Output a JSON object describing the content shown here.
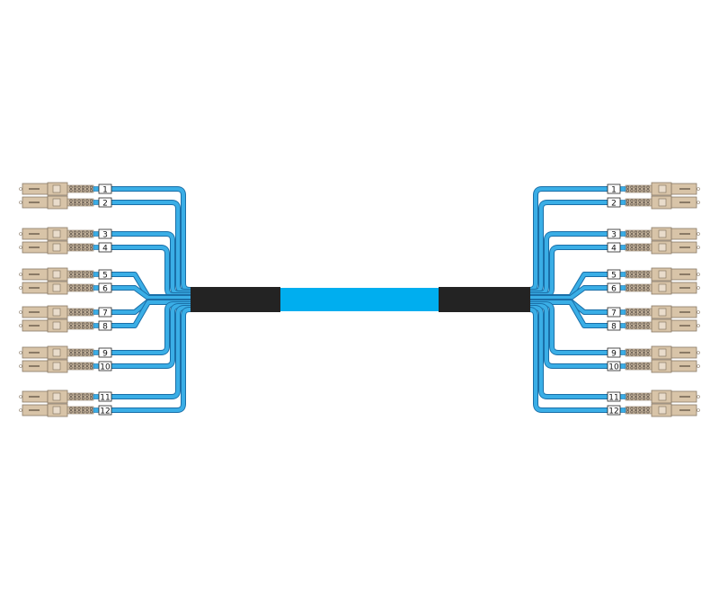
{
  "diagram": {
    "title": "12-fiber SC fan-out patch cable",
    "left_labels": [
      "1",
      "2",
      "3",
      "4",
      "5",
      "6",
      "7",
      "8",
      "9",
      "10",
      "11",
      "12"
    ],
    "right_labels": [
      "1",
      "2",
      "3",
      "4",
      "5",
      "6",
      "7",
      "8",
      "9",
      "10",
      "11",
      "12"
    ],
    "connector_icon": "sc-duplex-connector-icon",
    "colors": {
      "fiber_fill": "#3aaee6",
      "fiber_edge": "#1a6fa8",
      "trunk": "#00aeef",
      "breakout_boot": "#232323",
      "connector_body": "#d8c4a8",
      "connector_edge": "#8a7a66",
      "boot_check": "#5a5048"
    }
  }
}
